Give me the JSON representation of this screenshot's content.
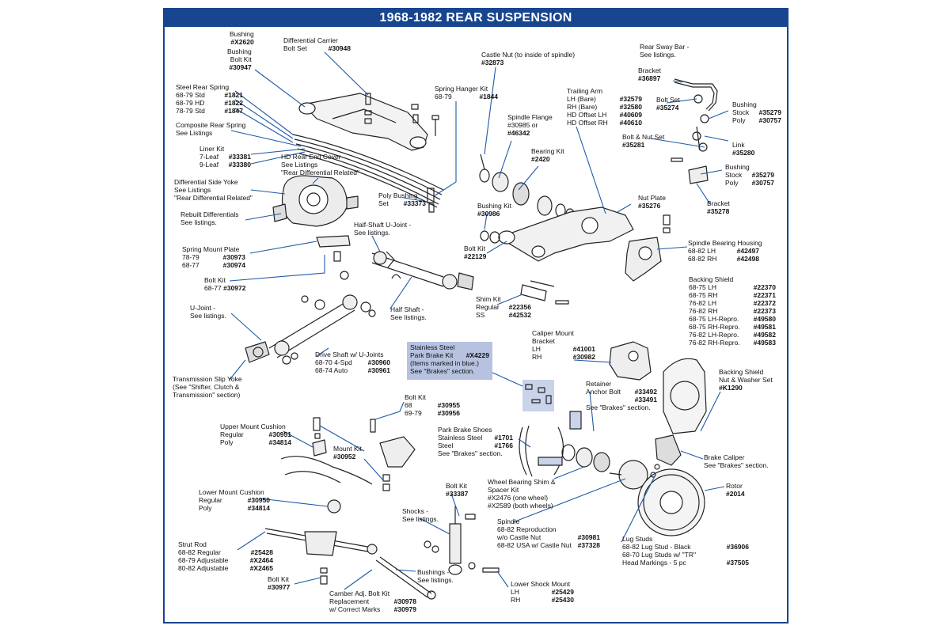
{
  "title": "1968-1982 REAR SUSPENSION",
  "highlight_color": "#b6c2e0",
  "line_color": "#1f5aa6",
  "labels": [
    {
      "id": "bushing",
      "lines": [
        [
          "Bushing",
          ""
        ],
        [
          "",
          "#X2620"
        ]
      ]
    },
    {
      "id": "bushing-bolt-kit",
      "lines": [
        [
          "Bushing",
          ""
        ],
        [
          "Bolt Kit",
          ""
        ],
        [
          "",
          "#30947"
        ]
      ]
    },
    {
      "id": "diff-carrier-bolt-set",
      "lines": [
        [
          "Differential Carrier",
          ""
        ],
        [
          "Bolt Set",
          "#30948"
        ]
      ]
    },
    {
      "id": "castle-nut",
      "lines": [
        [
          "Castle Nut (to inside of spindle)",
          ""
        ],
        [
          "",
          "#32873"
        ]
      ]
    },
    {
      "id": "rear-sway-bar",
      "lines": [
        [
          "Rear Sway Bar -",
          ""
        ],
        [
          "See listings.",
          ""
        ]
      ]
    },
    {
      "id": "bracket-36897",
      "lines": [
        [
          "Bracket",
          ""
        ],
        [
          "",
          "#36897"
        ]
      ]
    },
    {
      "id": "steel-rear-spring",
      "lines": [
        [
          "Steel Rear Spring",
          ""
        ],
        [
          "68-79  Std",
          "#1821"
        ],
        [
          "68-79  HD",
          "#1822"
        ],
        [
          "78-79  Std",
          "#1847"
        ]
      ]
    },
    {
      "id": "spring-hanger-kit",
      "lines": [
        [
          "Spring Hanger Kit",
          ""
        ],
        [
          "68-79",
          "#1844"
        ]
      ]
    },
    {
      "id": "trailing-arm",
      "lines": [
        [
          "Trailing Arm",
          ""
        ],
        [
          "LH (Bare)",
          "#32579"
        ],
        [
          "RH (Bare)",
          "#32580"
        ],
        [
          "HD Offset LH",
          "#40609"
        ],
        [
          "HD Offset RH",
          "#40610"
        ]
      ]
    },
    {
      "id": "bolt-set-35274",
      "lines": [
        [
          "Bolt Set",
          ""
        ],
        [
          "",
          "#35274"
        ]
      ]
    },
    {
      "id": "bushing-upper-right",
      "lines": [
        [
          "Bushing",
          ""
        ],
        [
          "Stock",
          "#35279"
        ],
        [
          "Poly",
          "#30757"
        ]
      ]
    },
    {
      "id": "composite-rear-spring",
      "lines": [
        [
          "Composite Rear Spring",
          ""
        ],
        [
          "See Listings",
          ""
        ]
      ]
    },
    {
      "id": "spindle-flange",
      "lines": [
        [
          "Spindle Flange",
          ""
        ],
        [
          "#30985 or",
          ""
        ],
        [
          "",
          "#46342"
        ]
      ]
    },
    {
      "id": "bolt-nut-set",
      "lines": [
        [
          "Bolt & Nut Set",
          ""
        ],
        [
          "",
          "#35281"
        ]
      ]
    },
    {
      "id": "link",
      "lines": [
        [
          "Link",
          ""
        ],
        [
          "",
          "#35280"
        ]
      ]
    },
    {
      "id": "liner-kit",
      "lines": [
        [
          "Liner Kit",
          ""
        ],
        [
          "7-Leaf",
          "#33381"
        ],
        [
          "9-Leaf",
          "#33380"
        ]
      ]
    },
    {
      "id": "hd-rear-end-cover",
      "lines": [
        [
          "HD Rear End Cover",
          ""
        ],
        [
          "See Listings",
          ""
        ],
        [
          "\"Rear Differential Related\"",
          ""
        ]
      ]
    },
    {
      "id": "bearing-kit",
      "lines": [
        [
          "Bearing Kit",
          ""
        ],
        [
          "",
          "#2420"
        ]
      ]
    },
    {
      "id": "bushing-lower-right",
      "lines": [
        [
          "Bushing",
          ""
        ],
        [
          "Stock",
          "#35279"
        ],
        [
          "Poly",
          "#30757"
        ]
      ]
    },
    {
      "id": "diff-side-yoke",
      "lines": [
        [
          "Differential Side Yoke",
          ""
        ],
        [
          "See Listings",
          ""
        ],
        [
          "\"Rear Differential Related\"",
          ""
        ]
      ]
    },
    {
      "id": "poly-bushing-set",
      "lines": [
        [
          "Poly Bushing",
          ""
        ],
        [
          "Set",
          "#33373"
        ]
      ]
    },
    {
      "id": "nut-plate",
      "lines": [
        [
          "Nut Plate",
          ""
        ],
        [
          "",
          "#35276"
        ]
      ]
    },
    {
      "id": "bracket-35278",
      "lines": [
        [
          "Bracket",
          ""
        ],
        [
          "",
          "#35278"
        ]
      ]
    },
    {
      "id": "bushing-kit-30986",
      "lines": [
        [
          "Bushing Kit",
          ""
        ],
        [
          "",
          "#30986"
        ]
      ]
    },
    {
      "id": "rebuilt-differentials",
      "lines": [
        [
          "Rebuilt Differentials",
          ""
        ],
        [
          "See listings.",
          ""
        ]
      ]
    },
    {
      "id": "half-shaft-ujoint",
      "lines": [
        [
          "Half-Shaft U-Joint -",
          ""
        ],
        [
          "See listings.",
          ""
        ]
      ]
    },
    {
      "id": "spring-mount-plate",
      "lines": [
        [
          "Spring Mount Plate",
          ""
        ],
        [
          "78-79",
          "#30973"
        ],
        [
          "68-77",
          "#30974"
        ]
      ]
    },
    {
      "id": "bolt-kit-22129",
      "lines": [
        [
          "Bolt Kit",
          ""
        ],
        [
          "",
          "#22129"
        ]
      ]
    },
    {
      "id": "spindle-bearing-housing",
      "lines": [
        [
          "Spindle Bearing Housing",
          ""
        ],
        [
          "68-82 LH",
          "#42497"
        ],
        [
          "68-82 RH",
          "#42498"
        ]
      ]
    },
    {
      "id": "bolt-kit-30972",
      "lines": [
        [
          "Bolt Kit",
          ""
        ],
        [
          "68-77",
          "#30972"
        ]
      ]
    },
    {
      "id": "backing-shield",
      "lines": [
        [
          "Backing Shield",
          ""
        ],
        [
          "68-75  LH",
          "#22370"
        ],
        [
          "68-75  RH",
          "#22371"
        ],
        [
          "76-82  LH",
          "#22372"
        ],
        [
          "76-82  RH",
          "#22373"
        ],
        [
          "68-75  LH-Repro.",
          "#49580"
        ],
        [
          "68-75  RH-Repro.",
          "#49581"
        ],
        [
          "76-82  LH-Repro.",
          "#49582"
        ],
        [
          "76-82  RH-Repro.",
          "#49583"
        ]
      ]
    },
    {
      "id": "ujoint",
      "lines": [
        [
          "U-Joint -",
          ""
        ],
        [
          "See listings.",
          ""
        ]
      ]
    },
    {
      "id": "half-shaft",
      "lines": [
        [
          "Half Shaft -",
          ""
        ],
        [
          "See listings.",
          ""
        ]
      ]
    },
    {
      "id": "shim-kit",
      "lines": [
        [
          "Shim Kit",
          ""
        ],
        [
          "Regular",
          "#22356"
        ],
        [
          "SS",
          "#42532"
        ]
      ]
    },
    {
      "id": "caliper-mount-bracket",
      "lines": [
        [
          "Caliper Mount",
          ""
        ],
        [
          "Bracket",
          ""
        ],
        [
          "LH",
          "#41001"
        ],
        [
          "RH",
          "#30982"
        ]
      ]
    },
    {
      "id": "drive-shaft",
      "lines": [
        [
          "Drive Shaft w/ U-Joints",
          ""
        ],
        [
          "68-70  4-Spd",
          "#30960"
        ],
        [
          "68-74  Auto",
          "#30961"
        ]
      ]
    },
    {
      "id": "stainless-park-brake",
      "lines": [
        [
          "Stainless Steel",
          ""
        ],
        [
          "Park Brake Kit",
          "#X4229"
        ],
        [
          "(Items marked in blue.)",
          ""
        ],
        [
          "See \"Brakes\" section.",
          ""
        ]
      ]
    },
    {
      "id": "transmission-slip-yoke",
      "lines": [
        [
          "Transmission Slip Yoke",
          ""
        ],
        [
          "(See \"Shifter, Clutch &",
          ""
        ],
        [
          "Transmission\" section)",
          ""
        ]
      ]
    },
    {
      "id": "backing-shield-nut",
      "lines": [
        [
          "Backing Shield",
          ""
        ],
        [
          "Nut & Washer Set",
          ""
        ],
        [
          "",
          "#K1290"
        ]
      ]
    },
    {
      "id": "retainer-anchor-bolt",
      "lines": [
        [
          "Retainer",
          ""
        ],
        [
          "Anchor Bolt",
          "#33492"
        ],
        [
          "",
          "#33491"
        ],
        [
          "See \"Brakes\" section.",
          ""
        ]
      ]
    },
    {
      "id": "bolt-kit-30955",
      "lines": [
        [
          "Bolt Kit",
          ""
        ],
        [
          "68",
          "#30955"
        ],
        [
          "69-79",
          "#30956"
        ]
      ]
    },
    {
      "id": "upper-mount-cushion",
      "lines": [
        [
          "Upper Mount Cushion",
          ""
        ],
        [
          "Regular",
          "#30951"
        ],
        [
          "Poly",
          "#34814"
        ]
      ]
    },
    {
      "id": "park-brake-shoes",
      "lines": [
        [
          "Park Brake Shoes",
          ""
        ],
        [
          "Stainless Steel",
          "#1701"
        ],
        [
          "Steel",
          "#1766"
        ],
        [
          "See \"Brakes\" section.",
          ""
        ]
      ]
    },
    {
      "id": "mount-kit",
      "lines": [
        [
          "Mount Kit",
          ""
        ],
        [
          "",
          "#30952"
        ]
      ]
    },
    {
      "id": "brake-caliper",
      "lines": [
        [
          "Brake Caliper",
          ""
        ],
        [
          "See \"Brakes\" section.",
          ""
        ]
      ]
    },
    {
      "id": "wheel-bearing-shim",
      "lines": [
        [
          "Wheel Bearing Shim &",
          ""
        ],
        [
          "Spacer Kit",
          ""
        ],
        [
          "#X2476 (one wheel)",
          ""
        ],
        [
          "#X2589 (both wheels)",
          ""
        ]
      ]
    },
    {
      "id": "rotor",
      "lines": [
        [
          "Rotor",
          ""
        ],
        [
          "",
          "#2014"
        ]
      ]
    },
    {
      "id": "bolt-kit-33387",
      "lines": [
        [
          "Bolt Kit",
          ""
        ],
        [
          "",
          "#33387"
        ]
      ]
    },
    {
      "id": "lower-mount-cushion",
      "lines": [
        [
          "Lower Mount Cushion",
          ""
        ],
        [
          "Regular",
          "#30950"
        ],
        [
          "Poly",
          "#34814"
        ]
      ]
    },
    {
      "id": "shocks",
      "lines": [
        [
          "Shocks -",
          ""
        ],
        [
          "See listings.",
          ""
        ]
      ]
    },
    {
      "id": "spindle",
      "lines": [
        [
          "Spindle",
          ""
        ],
        [
          "68-82 Reproduction",
          ""
        ],
        [
          "        w/o Castle Nut",
          "#30981"
        ],
        [
          "68-82 USA w/ Castle Nut",
          "#37328"
        ]
      ]
    },
    {
      "id": "lug-studs",
      "lines": [
        [
          "Lug Studs",
          ""
        ],
        [
          "68-82 Lug Stud - Black",
          "#36906"
        ],
        [
          "68-70 Lug Studs w/ \"TR\"",
          ""
        ],
        [
          "        Head Markings - 5 pc",
          "#37505"
        ]
      ]
    },
    {
      "id": "strut-rod",
      "lines": [
        [
          "Strut Rod",
          ""
        ],
        [
          "68-82  Regular",
          "#25428"
        ],
        [
          "68-79  Adjustable",
          "#X2464"
        ],
        [
          "80-82  Adjustable",
          "#X2465"
        ]
      ]
    },
    {
      "id": "bushings",
      "lines": [
        [
          "Bushings -",
          ""
        ],
        [
          "See listings.",
          ""
        ]
      ]
    },
    {
      "id": "bolt-kit-30977",
      "lines": [
        [
          "Bolt Kit",
          ""
        ],
        [
          "",
          "#30977"
        ]
      ]
    },
    {
      "id": "lower-shock-mount",
      "lines": [
        [
          "Lower Shock Mount",
          ""
        ],
        [
          "LH",
          "#25429"
        ],
        [
          "RH",
          "#25430"
        ]
      ]
    },
    {
      "id": "camber-adj-bolt-kit",
      "lines": [
        [
          "Camber Adj. Bolt Kit",
          ""
        ],
        [
          "Replacement",
          "#30978"
        ],
        [
          "w/ Correct Marks",
          "#30979"
        ]
      ]
    }
  ]
}
